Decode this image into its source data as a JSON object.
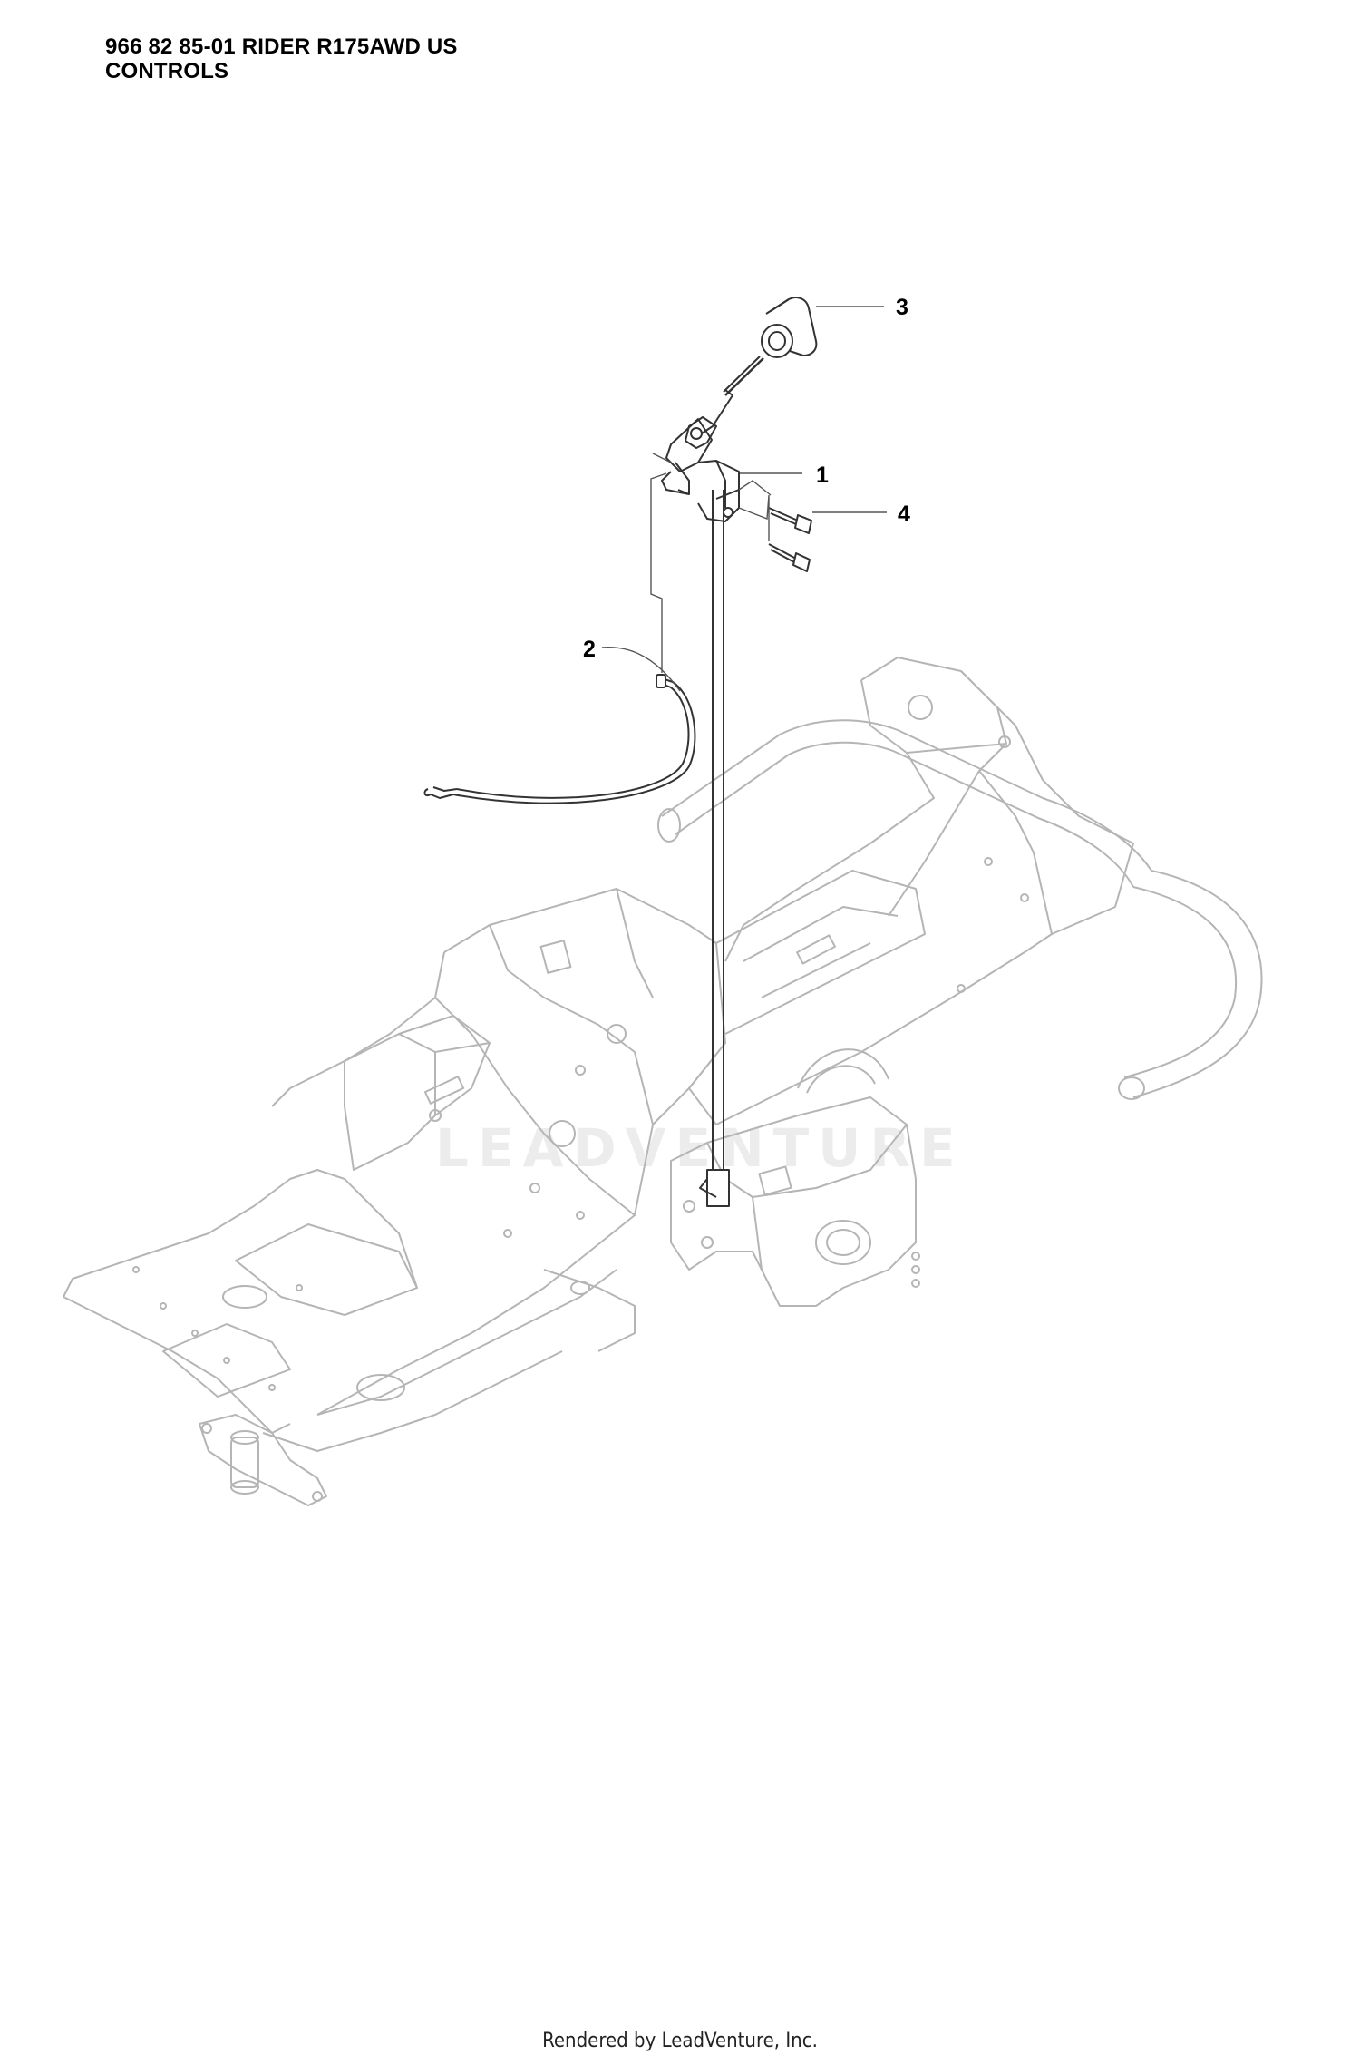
{
  "header": {
    "model_line": "966 82 85-01 RIDER R175AWD US",
    "section_name": "CONTROLS"
  },
  "callouts": [
    {
      "number": "1",
      "part": "control-bracket"
    },
    {
      "number": "2",
      "part": "throttle-cable"
    },
    {
      "number": "3",
      "part": "knob"
    },
    {
      "number": "4",
      "part": "screw"
    }
  ],
  "watermark": "LEADVENTURE",
  "footer": "Rendered by LeadVenture, Inc.",
  "colors": {
    "line": "#444444",
    "frame_line": "#b5b5b5",
    "watermark": "#ececec"
  }
}
